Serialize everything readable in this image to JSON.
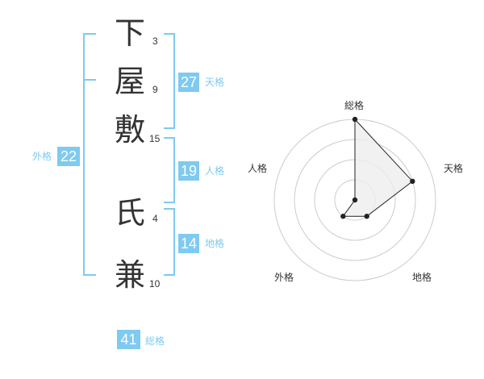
{
  "name": {
    "chars": [
      {
        "char": "下",
        "strokes": "3"
      },
      {
        "char": "屋",
        "strokes": "9"
      },
      {
        "char": "敷",
        "strokes": "15"
      },
      {
        "char": "氏",
        "strokes": "4"
      },
      {
        "char": "兼",
        "strokes": "10"
      }
    ]
  },
  "fortunes": {
    "tenkaku": {
      "value": "27",
      "label": "天格"
    },
    "jinkaku": {
      "value": "19",
      "label": "人格"
    },
    "chikaku": {
      "value": "14",
      "label": "地格"
    },
    "gaikaku": {
      "value": "22",
      "label": "外格"
    },
    "soukaku": {
      "value": "41",
      "label": "総格"
    }
  },
  "chart_data": {
    "type": "radar",
    "axes": [
      "総格",
      "天格",
      "地格",
      "外格",
      "人格"
    ],
    "values": [
      4,
      3,
      1,
      1,
      0
    ],
    "max": 4,
    "rings": 4,
    "colors": {
      "line": "#222222",
      "fill": "#eeeeee",
      "ring": "#cccccc",
      "center": "#bbbbbb"
    }
  }
}
